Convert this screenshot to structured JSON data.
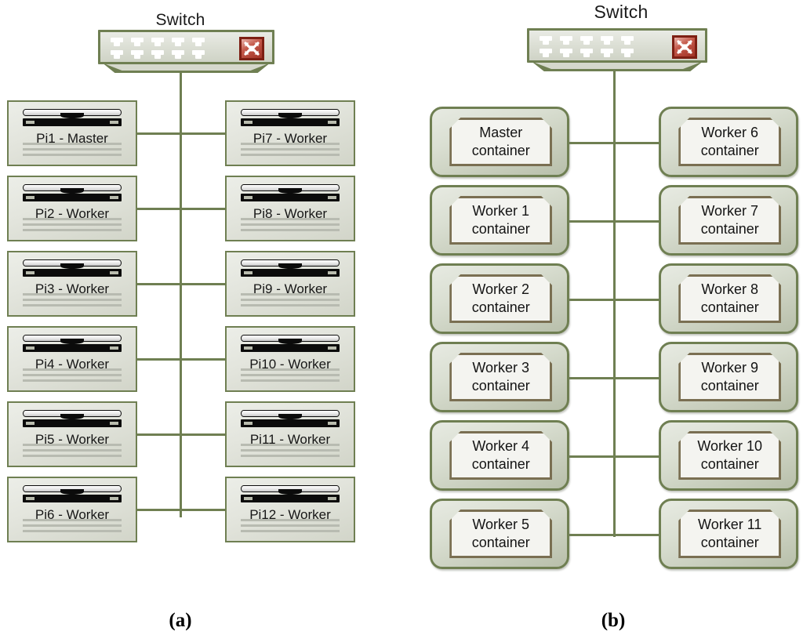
{
  "figure": {
    "caption_a": "(a)",
    "caption_b": "(b)"
  },
  "panel_a": {
    "switch": {
      "label": "Switch",
      "icon": "network-switch-icon",
      "badge_icon": "crossed-arrows-icon",
      "port_count": 10
    },
    "left_column": [
      {
        "label": "Pi1 - Master",
        "icon": "server-rack-icon"
      },
      {
        "label": "Pi2 - Worker",
        "icon": "server-rack-icon"
      },
      {
        "label": "Pi3 - Worker",
        "icon": "server-rack-icon"
      },
      {
        "label": "Pi4 - Worker",
        "icon": "server-rack-icon"
      },
      {
        "label": "Pi5 - Worker",
        "icon": "server-rack-icon"
      },
      {
        "label": "Pi6 - Worker",
        "icon": "server-rack-icon"
      }
    ],
    "right_column": [
      {
        "label": "Pi7 - Worker",
        "icon": "server-rack-icon"
      },
      {
        "label": "Pi8 - Worker",
        "icon": "server-rack-icon"
      },
      {
        "label": "Pi9 - Worker",
        "icon": "server-rack-icon"
      },
      {
        "label": "Pi10 - Worker",
        "icon": "server-rack-icon"
      },
      {
        "label": "Pi11 - Worker",
        "icon": "server-rack-icon"
      },
      {
        "label": "Pi12 - Worker",
        "icon": "server-rack-icon"
      }
    ]
  },
  "panel_b": {
    "switch": {
      "label": "Switch",
      "icon": "network-switch-icon",
      "badge_icon": "crossed-arrows-icon",
      "port_count": 10
    },
    "left_column": [
      {
        "line1": "Master",
        "line2": "container"
      },
      {
        "line1": "Worker 1",
        "line2": "container"
      },
      {
        "line1": "Worker 2",
        "line2": "container"
      },
      {
        "line1": "Worker 3",
        "line2": "container"
      },
      {
        "line1": "Worker 4",
        "line2": "container"
      },
      {
        "line1": "Worker 5",
        "line2": "container"
      }
    ],
    "right_column": [
      {
        "line1": "Worker 6",
        "line2": "container"
      },
      {
        "line1": "Worker 7",
        "line2": "container"
      },
      {
        "line1": "Worker 8",
        "line2": "container"
      },
      {
        "line1": "Worker 9",
        "line2": "container"
      },
      {
        "line1": "Worker 10",
        "line2": "container"
      },
      {
        "line1": "Worker 11",
        "line2": "container"
      }
    ]
  },
  "colors": {
    "border_green": "#6f7f52",
    "node_fill": "#e3e5dd",
    "container_inner_border": "#7a6f52",
    "container_inner_fill": "#f4f4f0",
    "badge_red": "#a13326",
    "badge_border": "#7d1f13",
    "link_line": "#6f7f52"
  }
}
